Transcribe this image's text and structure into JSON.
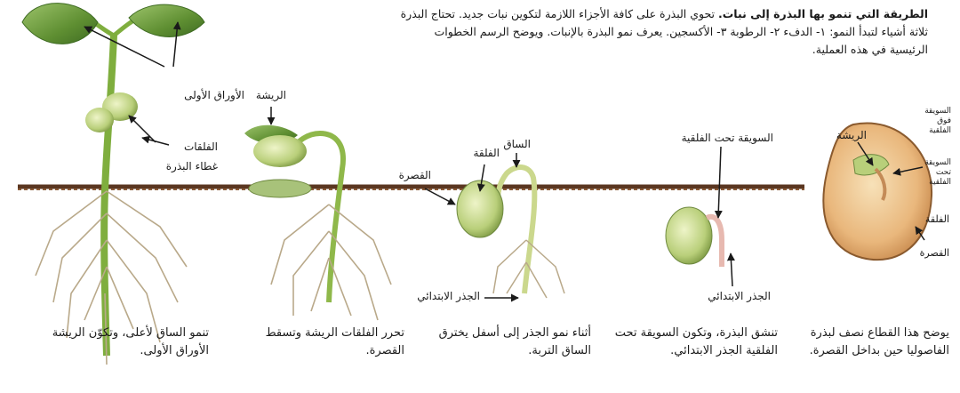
{
  "intro": {
    "title": "الطريقة التي تنمو بها البذرة إلى نبات.",
    "body": "تحوي البذرة على كافة الأجزاء اللازمة لتكوين نبات جديد. تحتاج البذرة ثلاثة أشياء لتبدأ النمو: ١- الدفء ٢- الرطوبة ٣- الأكسجين. يعرف نمو البذرة بالإنبات. ويوضح الرسم الخطوات الرئيسية في هذه العملية."
  },
  "labels": {
    "first_leaves": "الأوراق الأولى",
    "cotyledons": "الفلقات",
    "seed_coat_cover": "غطاء البذرة",
    "plumule_stage4": "الريشة",
    "stem": "الساق",
    "cotyledon_stage3": "الفلقة",
    "coat_stage3": "القصرة",
    "radicle_stage3": "الجذر الابتدائي",
    "hypocotyl": "السويقة تحت الفلقية",
    "radicle_stage2": "الجذر الابتدائي",
    "plumule_seed": "الريشة",
    "seed_epicotyl": "السويقة فوق الفلقية",
    "seed_hypocotyl": "السويقة تحت الفلقية",
    "seed_cotyledon": "الفلقة",
    "seed_coat": "القصرة"
  },
  "captions": {
    "stage1": "يوضح هذا القطاع نصف لبذرة الفاصوليا حين بداخل القصرة.",
    "stage2": "تنشق البذرة، وتكون السويقة تحت الفلقية الجذر الابتدائي.",
    "stage3": "أثناء نمو الجذر إلى أسفل يخترق الساق التربة.",
    "stage4": "تحرر الفلقات الريشة وتسقط القصرة.",
    "stage5": "تنمو الساق لأعلى، وتكوّن الريشة الأوراق الأولى."
  }
}
